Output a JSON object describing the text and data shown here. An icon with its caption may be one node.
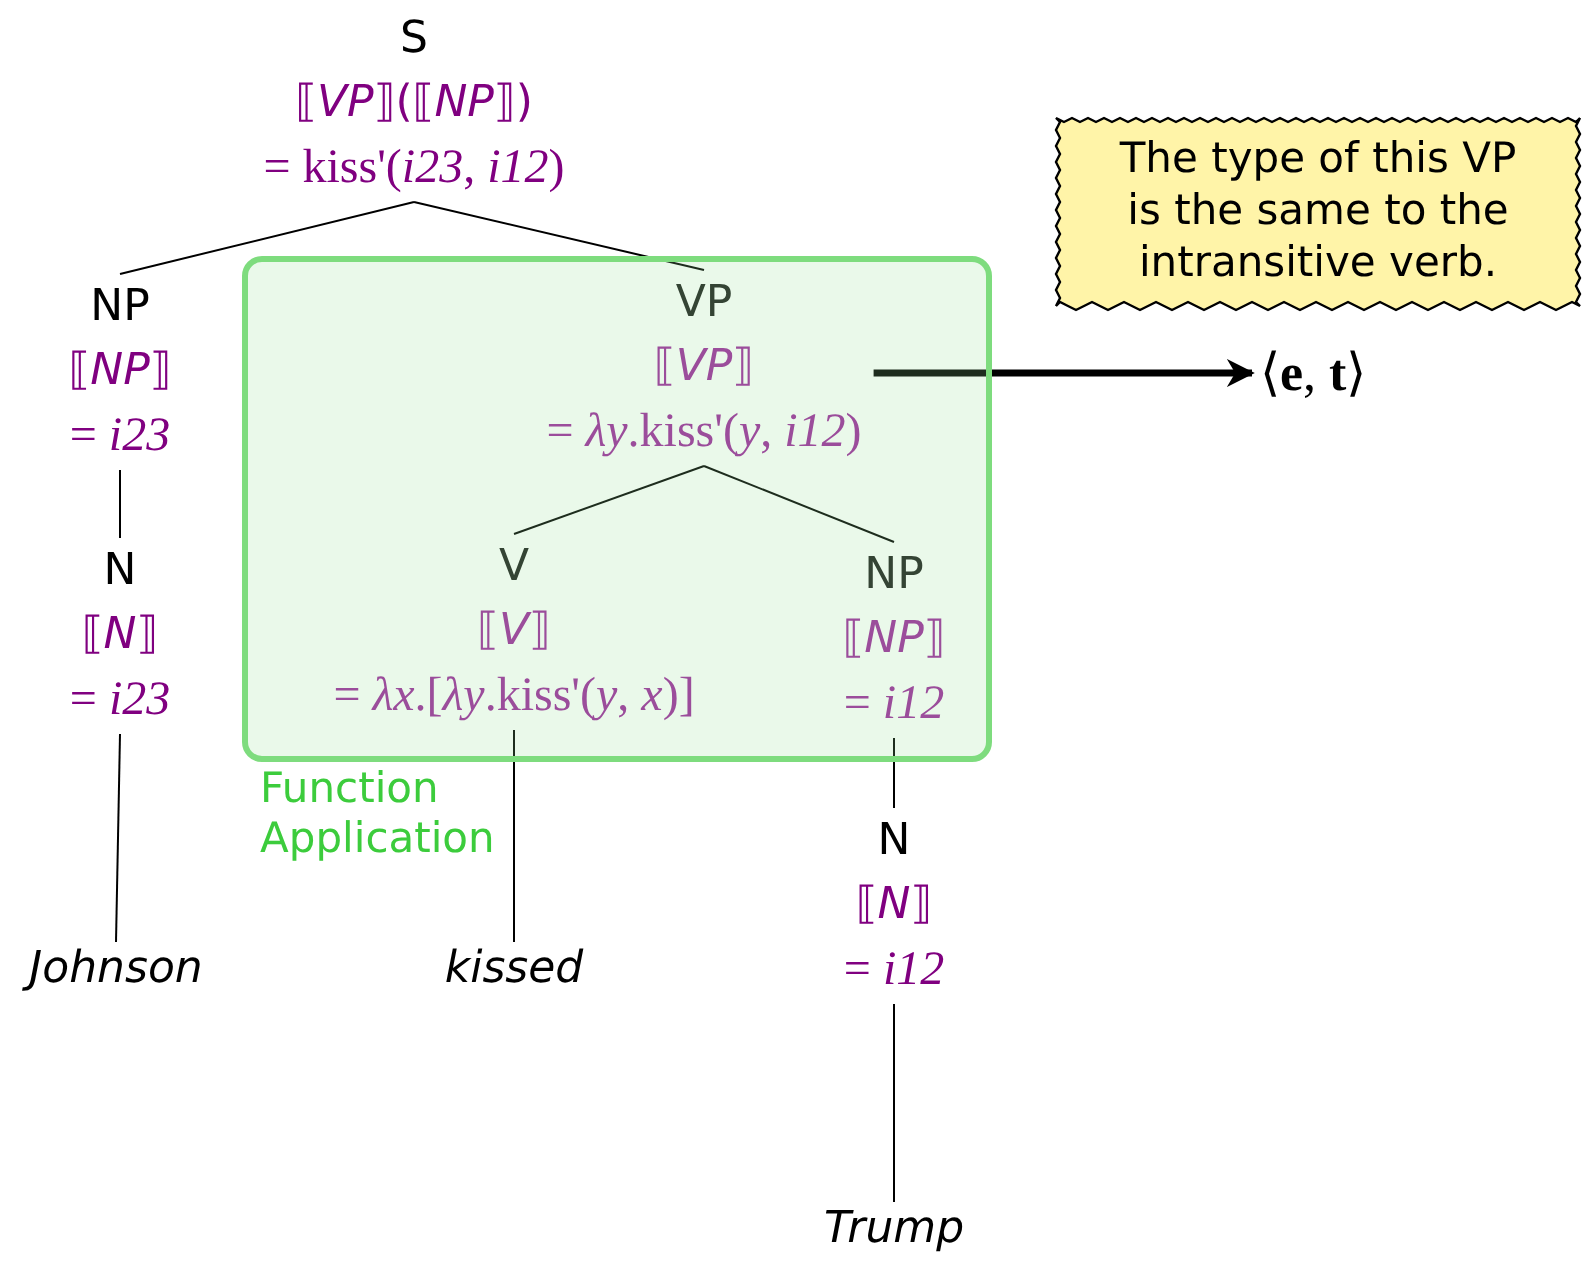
{
  "diagram": {
    "nodes": [
      {
        "text": [
          "S",
          "⟦*VP*⟧(⟦*NP*⟧)",
          "= kiss'(*i23*, *i12*)"
        ]
      },
      {
        "text": [
          "NP",
          "⟦*NP*⟧",
          "= *i23*"
        ]
      },
      {
        "text": [
          "Function Application"
        ]
      },
      {
        "text": [
          "VP",
          "⟦*VP*⟧",
          "= *λy*.kiss'(*y*, *i12*)"
        ],
        "in": 2
      },
      {
        "text": [
          "V",
          "⟦*V*⟧",
          "= *λx*.[*λy*.kiss'(*y*, *x*)]"
        ],
        "in": 2
      },
      {
        "text": [
          "NP",
          "⟦*NP*⟧",
          "= *i12*"
        ],
        "in": 2
      },
      {
        "text": [
          "N",
          "⟦*N*⟧",
          "= *i23*"
        ]
      },
      {
        "text": [
          "N",
          "⟦*N*⟧",
          "= *i12*"
        ]
      },
      {
        "text": [
          "Johnson"
        ]
      },
      {
        "text": [
          "kissed"
        ]
      },
      {
        "text": [
          "Trump"
        ]
      },
      {
        "text": [
          "The type of this VP is the same to the intransitive verb."
        ]
      },
      {
        "text": [
          "⟨**e**, **t**⟩"
        ]
      }
    ],
    "edges": [
      {
        "from": 0,
        "to": 1,
        "arrow": "none"
      },
      {
        "from": 0,
        "to": 3,
        "arrow": "none"
      },
      {
        "from": 3,
        "to": 4,
        "arrow": "none"
      },
      {
        "from": 3,
        "to": 5,
        "arrow": "none"
      },
      {
        "from": 1,
        "to": 6,
        "arrow": "none"
      },
      {
        "from": 6,
        "to": 8,
        "arrow": "none"
      },
      {
        "from": 4,
        "to": 9,
        "arrow": "none"
      },
      {
        "from": 5,
        "to": 7,
        "arrow": "none"
      },
      {
        "from": 7,
        "to": 10,
        "arrow": "none"
      },
      {
        "from": 3,
        "to": 12,
        "arrow": "to",
        "style": "thick"
      }
    ]
  }
}
